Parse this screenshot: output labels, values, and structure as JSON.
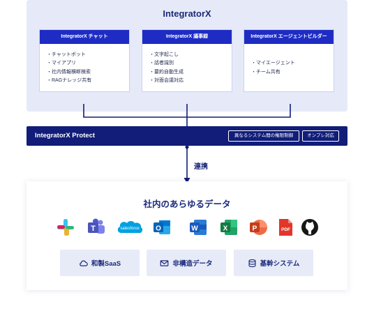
{
  "top_panel": {
    "title": "IntegratorX",
    "products": [
      {
        "name": "IntegratorX チャット",
        "features": [
          "チャットボット",
          "マイアプリ",
          "社内情報横断検索",
          "RAGナレッジ共有"
        ]
      },
      {
        "name": "IntegratorX 議事録",
        "features": [
          "文字起こし",
          "話者識別",
          "要約自動生成",
          "対面会議対応"
        ]
      },
      {
        "name": "IntegratorX エージェントビルダー",
        "features": [
          "マイエージェント",
          "チーム共有"
        ]
      }
    ]
  },
  "protect_bar": {
    "title": "IntegratorX Protect",
    "badges": [
      "異なるシステム間の権限制御",
      "オンプレ対応"
    ]
  },
  "link_label": "連携",
  "data_sources": {
    "title": "社内のあらゆるデータ",
    "app_icons": [
      {
        "name": "slack-icon",
        "letter": ""
      },
      {
        "name": "teams-icon",
        "letter": "T"
      },
      {
        "name": "salesforce-icon",
        "letter": "salesforce"
      },
      {
        "name": "outlook-icon",
        "letter": "O"
      },
      {
        "name": "word-icon",
        "letter": "W"
      },
      {
        "name": "excel-icon",
        "letter": "X"
      },
      {
        "name": "powerpoint-icon",
        "letter": "P"
      },
      {
        "name": "pdf-icon",
        "letter": "PDF"
      },
      {
        "name": "github-icon",
        "letter": ""
      }
    ],
    "categories": [
      {
        "icon": "cloud-icon",
        "label": "和製SaaS"
      },
      {
        "icon": "mail-icon",
        "label": "非構造データ"
      },
      {
        "icon": "database-icon",
        "label": "基幹システム"
      }
    ]
  },
  "colors": {
    "primary": "#1e2cc4",
    "navy": "#111d78",
    "panel_bg": "#e6eaf8"
  }
}
